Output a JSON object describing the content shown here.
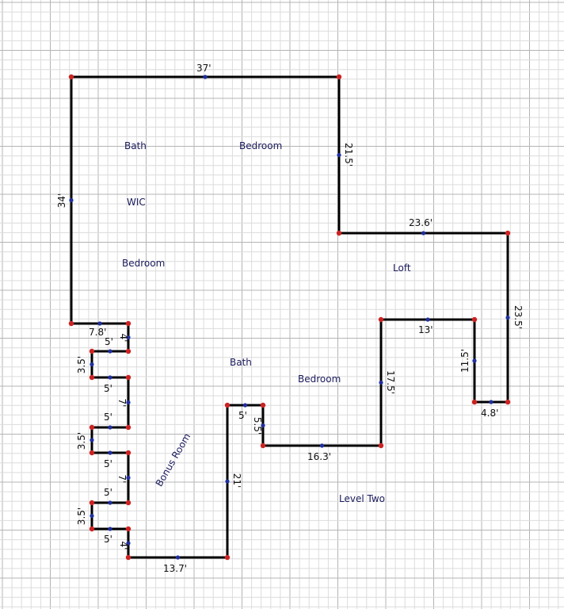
{
  "plan": {
    "colors": {
      "grid_minor": "#dcdcdc",
      "grid_major": "#b4b4b4",
      "wall": "#000000",
      "vertex": "#cc2222",
      "midpoint": "#1f2f9f",
      "room_text": "#1a1a5c",
      "dim_text": "#111111"
    },
    "rooms": {
      "bath_1": "Bath",
      "bedroom_1": "Bedroom",
      "wic": "WIC",
      "bedroom_2": "Bedroom",
      "loft": "Loft",
      "bath_2": "Bath",
      "bedroom_3": "Bedroom",
      "bonus_room": "Bonus Room",
      "level": "Level Two"
    },
    "dimensions": {
      "d_top": "37'",
      "d_left": "34'",
      "d_notch_v": "21.5'",
      "d_notch_h": "23.6'",
      "d_right": "23.5'",
      "d_inner_top": "13'",
      "d_inner_v": "11.5'",
      "d_inner_bottom": "4.8'",
      "d_step_v": "17.5'",
      "d_step_h": "16.3'",
      "d_small_v": "5.5'",
      "d_small_h": "5'",
      "d_col_v": "21'",
      "d_bottom": "13.7'",
      "z_1": "7.8'",
      "z_2": "4'",
      "z_3": "5'",
      "z_4": "3.5'",
      "z_5": "5'",
      "z_6": "7'",
      "z_7": "5'",
      "z_8": "3.5'",
      "z_9": "5'",
      "z_10": "7'",
      "z_11": "5'",
      "z_12": "3.5'",
      "z_13": "5'",
      "z_14": "4'"
    }
  }
}
